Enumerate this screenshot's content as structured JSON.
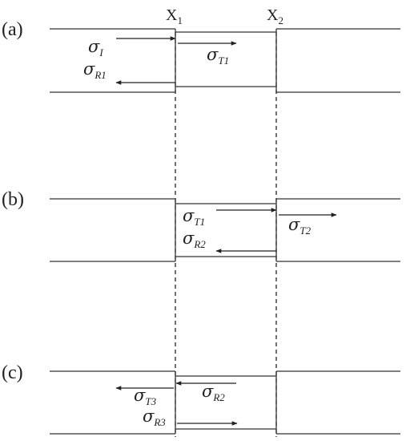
{
  "interfaces": {
    "x1": {
      "main": "X",
      "sub": "1"
    },
    "x2": {
      "main": "X",
      "sub": "2"
    }
  },
  "panels": [
    {
      "label": "(a)",
      "waves": [
        {
          "symbol": "σ",
          "subscript": "I",
          "direction": "right"
        },
        {
          "symbol": "σ",
          "subscript": "R1",
          "direction": "left"
        },
        {
          "symbol": "σ",
          "subscript": "T1",
          "direction": "right"
        }
      ]
    },
    {
      "label": "(b)",
      "waves": [
        {
          "symbol": "σ",
          "subscript": "T1",
          "direction": "right"
        },
        {
          "symbol": "σ",
          "subscript": "R2",
          "direction": "left"
        },
        {
          "symbol": "σ",
          "subscript": "T2",
          "direction": "right"
        }
      ]
    },
    {
      "label": "(c)",
      "waves": [
        {
          "symbol": "σ",
          "subscript": "R2",
          "direction": "left"
        },
        {
          "symbol": "σ",
          "subscript": "T3",
          "direction": "left"
        },
        {
          "symbol": "σ",
          "subscript": "R3",
          "direction": "right"
        }
      ]
    }
  ]
}
